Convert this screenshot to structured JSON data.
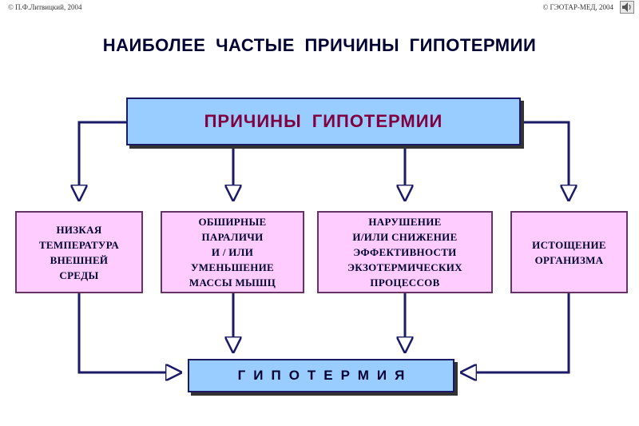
{
  "header": {
    "copyright_left": "© П.Ф.Литвицкий, 2004",
    "copyright_right": "© ГЭОТАР-МЕД, 2004",
    "speaker_icon": "speaker-icon"
  },
  "title": "НАИБОЛЕЕ  ЧАСТЫЕ  ПРИЧИНЫ  ГИПОТЕРМИИ",
  "diagram": {
    "root": "ПРИЧИНЫ  ГИПОТЕРМИИ",
    "causes": [
      "НИЗКАЯ\nТЕМПЕРАТУРА\nВНЕШНЕЙ\nСРЕДЫ",
      "ОБШИРНЫЕ\nПАРАЛИЧИ\nИ / ИЛИ\nУМЕНЬШЕНИЕ\nМАССЫ  МЫШЦ",
      "НАРУШЕНИЕ\nИ/ИЛИ  СНИЖЕНИЕ\nЭФФЕКТИВНОСТИ\nЭКЗОТЕРМИЧЕСКИХ\nПРОЦЕССОВ",
      "ИСТОЩЕНИЕ\nОРГАНИЗМА"
    ],
    "result": "ГИПОТЕРМИЯ"
  },
  "colors": {
    "blue_box": "#99ccff",
    "pink_box": "#ffccff",
    "connector": "#1a1a66",
    "root_text": "#800040"
  }
}
